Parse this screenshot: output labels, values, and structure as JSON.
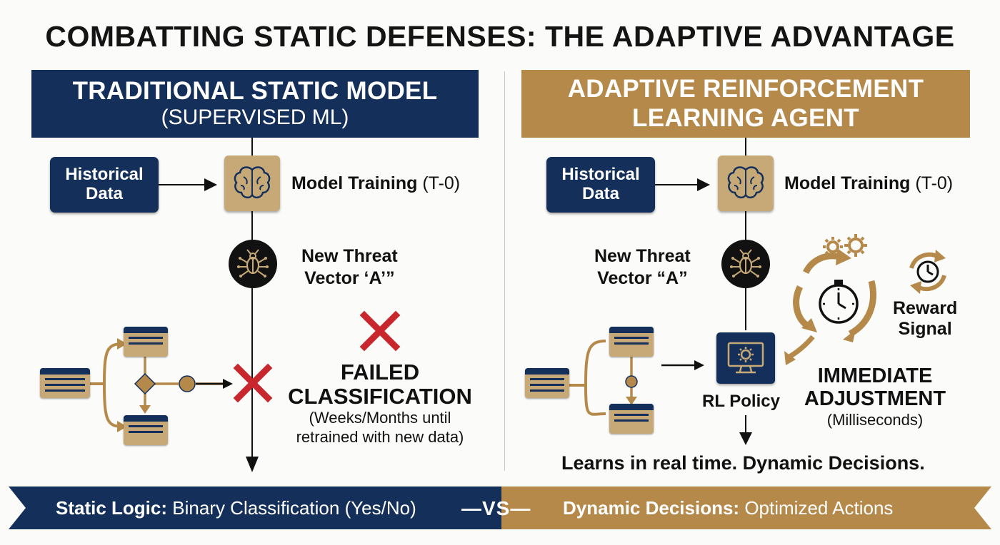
{
  "title": "COMBATTING STATIC DEFENSES: THE ADAPTIVE ADVANTAGE",
  "colors": {
    "navy": "#14305a",
    "gold": "#b5894a",
    "tan": "#c7a978",
    "red": "#c8272d",
    "background": "#fbfbf9"
  },
  "left": {
    "header_line1": "TRADITIONAL STATIC MODEL",
    "header_line2": "(SUPERVISED ML)",
    "data_line1": "Historical",
    "data_line2": "Data",
    "training_bold": "Model Training",
    "training_light": "(T-0)",
    "threat_line1": "New Threat",
    "threat_line2": "Vector ‘A’”",
    "failed_line1": "FAILED",
    "failed_line2": "CLASSIFICATION",
    "failed_sub1": "(Weeks/Months until",
    "failed_sub2": "retrained with new data)",
    "icons": [
      "brain-icon",
      "bug-icon",
      "decision-tree-icon",
      "red-x-icon"
    ]
  },
  "right": {
    "header_line1": "ADAPTIVE REINFORCEMENT",
    "header_line2": "LEARNING AGENT",
    "data_line1": "Historical",
    "data_line2": "Data",
    "training_bold": "Model Training",
    "training_light": "(T-0)",
    "threat_line1": "New Threat",
    "threat_line2": "Vector “A”",
    "policy_label": "RL Policy",
    "reward_line1": "Reward",
    "reward_line2": "Signal",
    "immediate_line1": "IMMEDIATE",
    "immediate_line2": "ADJUSTMENT",
    "immediate_sub": "(Milliseconds)",
    "learns": "Learns in real time. Dynamic Decisions.",
    "icons": [
      "brain-icon",
      "bug-icon",
      "monitor-gear-icon",
      "stopwatch-icon",
      "gears-icon",
      "clock-cycle-icon"
    ]
  },
  "bottom": {
    "left_bold": "Static Logic:",
    "left_text": "Binary Classification (Yes/No)",
    "vs": "—VS—",
    "right_bold": "Dynamic Decisions:",
    "right_text": "Optimized Actions"
  }
}
